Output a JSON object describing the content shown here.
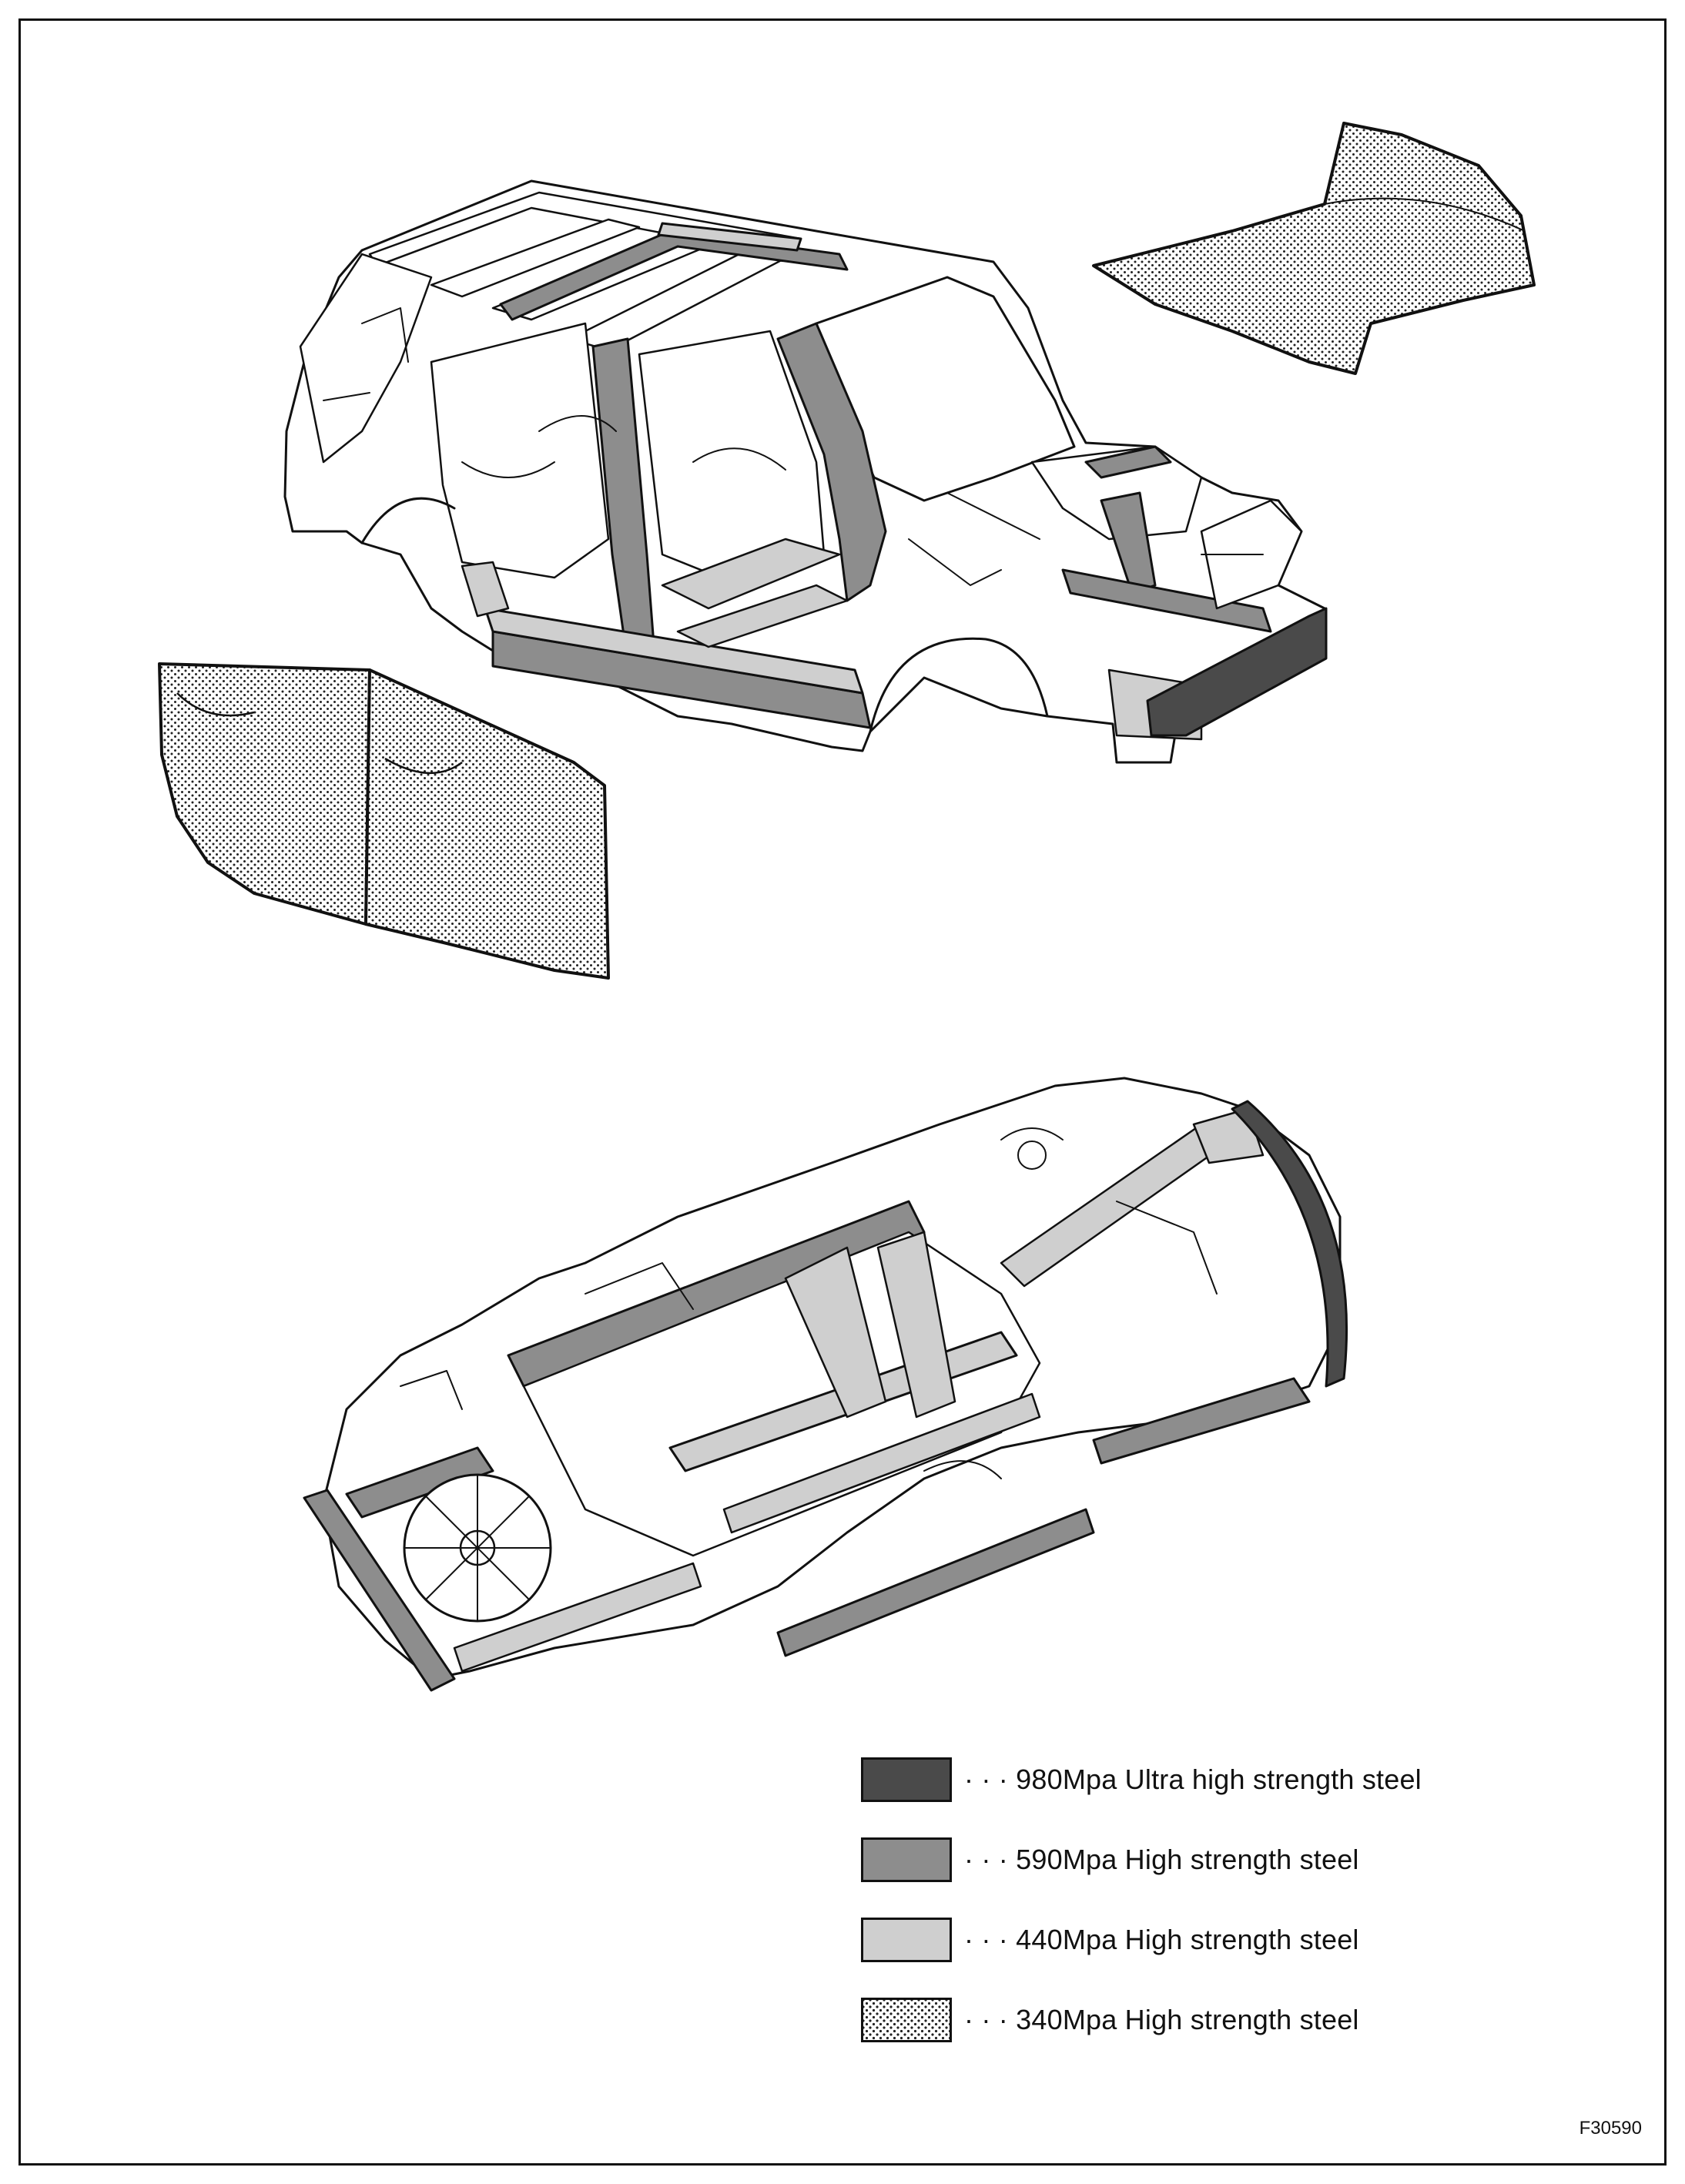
{
  "figure": {
    "code": "F30590"
  },
  "legend": {
    "separator": "· · ·",
    "items": [
      {
        "label": "980Mpa Ultra high strength steel",
        "color": "#4a4a4a",
        "pattern": "solid"
      },
      {
        "label": "590Mpa High strength steel",
        "color": "#8d8d8d",
        "pattern": "solid"
      },
      {
        "label": "440Mpa High strength steel",
        "color": "#cfcfcf",
        "pattern": "solid"
      },
      {
        "label": "340Mpa High strength steel",
        "color": "#ffffff",
        "pattern": "dotted"
      }
    ]
  }
}
